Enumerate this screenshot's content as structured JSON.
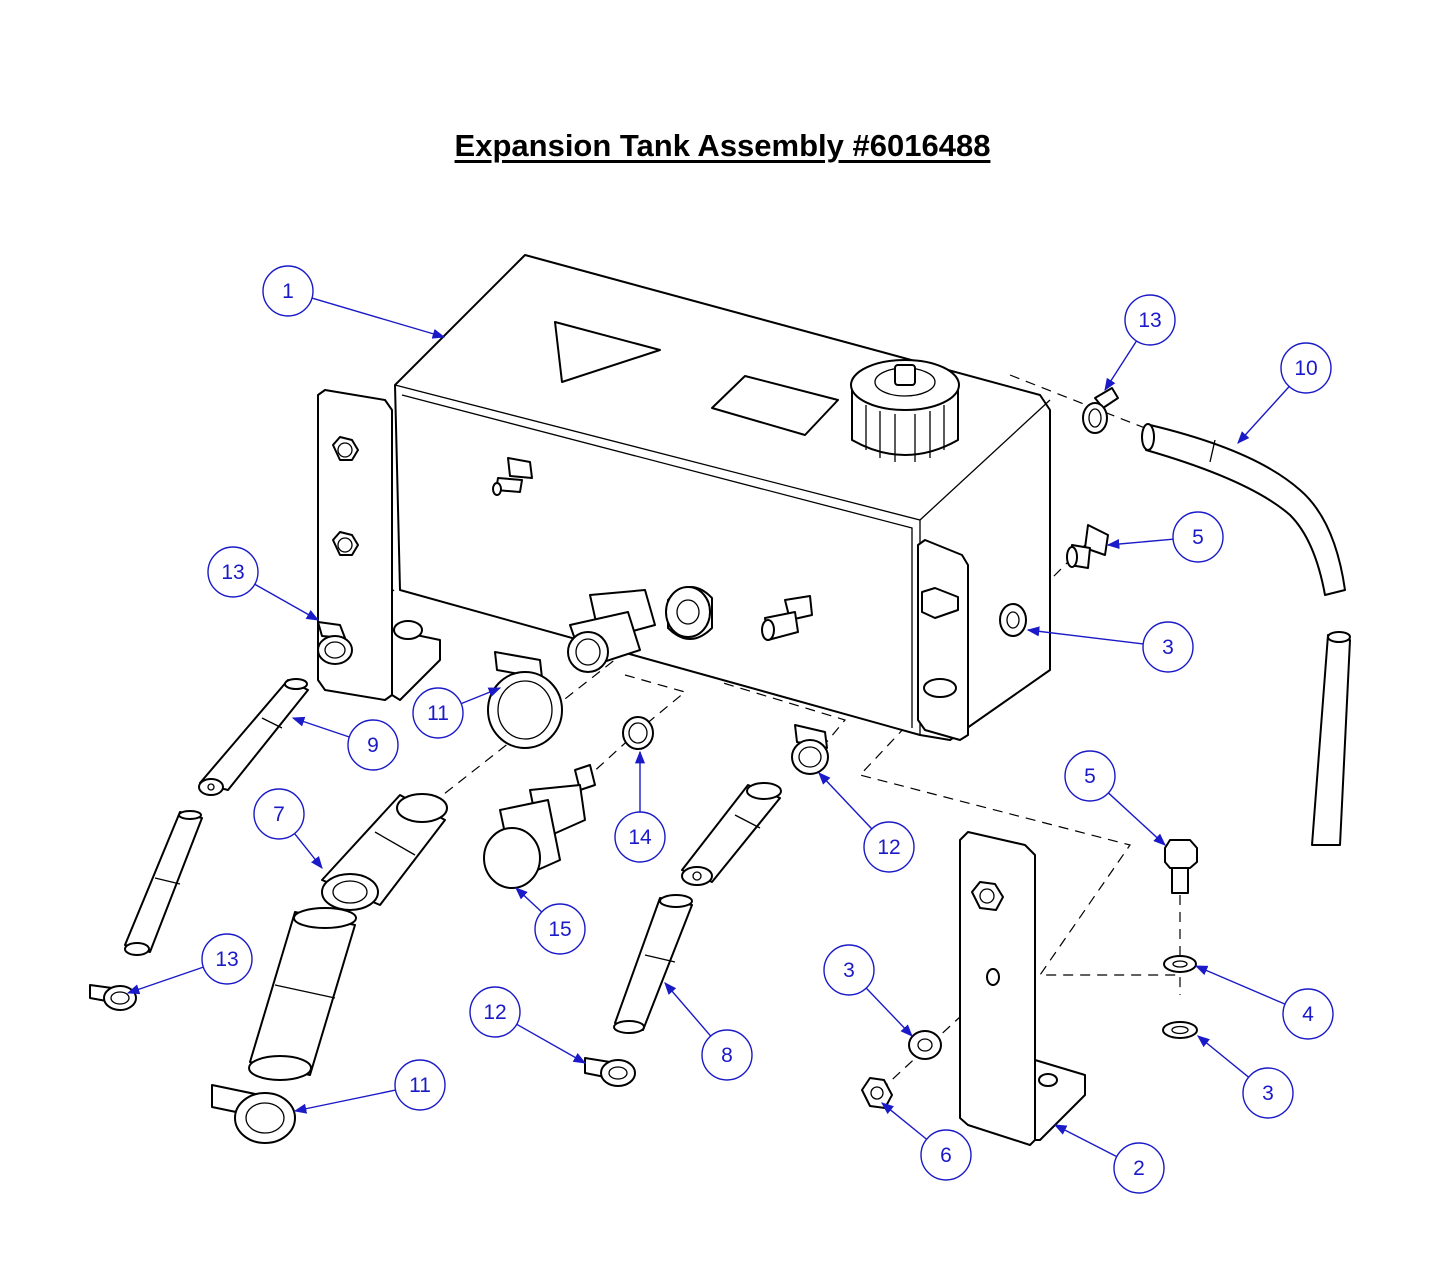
{
  "title": "Expansion Tank Assembly #6016488",
  "colors": {
    "callout": "#1a1ac8",
    "line": "#000000",
    "background": "#ffffff"
  },
  "parts": [
    {
      "label": "1",
      "part": "expansion-tank"
    },
    {
      "label": "2",
      "part": "mounting-bracket"
    },
    {
      "label": "3",
      "part": "washer"
    },
    {
      "label": "4",
      "part": "lock-washer"
    },
    {
      "label": "5",
      "part": "bolt"
    },
    {
      "label": "6",
      "part": "nut"
    },
    {
      "label": "7",
      "part": "hose"
    },
    {
      "label": "8",
      "part": "hose"
    },
    {
      "label": "9",
      "part": "hose"
    },
    {
      "label": "10",
      "part": "hose"
    },
    {
      "label": "11",
      "part": "hose-clamp"
    },
    {
      "label": "12",
      "part": "hose-clamp"
    },
    {
      "label": "13",
      "part": "hose-clamp"
    },
    {
      "label": "14",
      "part": "o-ring"
    },
    {
      "label": "15",
      "part": "sensor"
    }
  ],
  "callouts": [
    {
      "id": "c1",
      "label": "1"
    },
    {
      "id": "c13a",
      "label": "13"
    },
    {
      "id": "c10",
      "label": "10"
    },
    {
      "id": "c5a",
      "label": "5"
    },
    {
      "id": "c13b",
      "label": "13"
    },
    {
      "id": "c3a",
      "label": "3"
    },
    {
      "id": "c11a",
      "label": "11"
    },
    {
      "id": "c9",
      "label": "9"
    },
    {
      "id": "c14",
      "label": "14"
    },
    {
      "id": "c12a",
      "label": "12"
    },
    {
      "id": "c7",
      "label": "7"
    },
    {
      "id": "c5b",
      "label": "5"
    },
    {
      "id": "c15",
      "label": "15"
    },
    {
      "id": "c13c",
      "label": "13"
    },
    {
      "id": "c3b",
      "label": "3"
    },
    {
      "id": "c4",
      "label": "4"
    },
    {
      "id": "c12b",
      "label": "12"
    },
    {
      "id": "c8",
      "label": "8"
    },
    {
      "id": "c11b",
      "label": "11"
    },
    {
      "id": "c3c",
      "label": "3"
    },
    {
      "id": "c6",
      "label": "6"
    },
    {
      "id": "c2",
      "label": "2"
    }
  ]
}
